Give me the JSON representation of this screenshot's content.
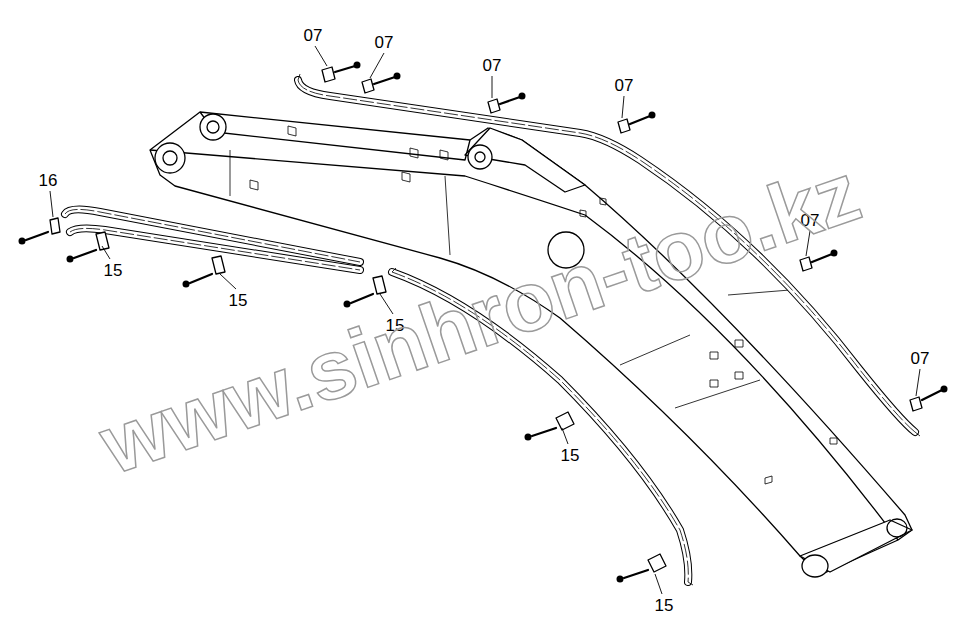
{
  "diagram": {
    "labels": [
      "07",
      "07",
      "07",
      "07",
      "16",
      "07",
      "15",
      "15",
      "15",
      "07",
      "15",
      "15",
      "www.sinhron-too.kz"
    ]
  }
}
